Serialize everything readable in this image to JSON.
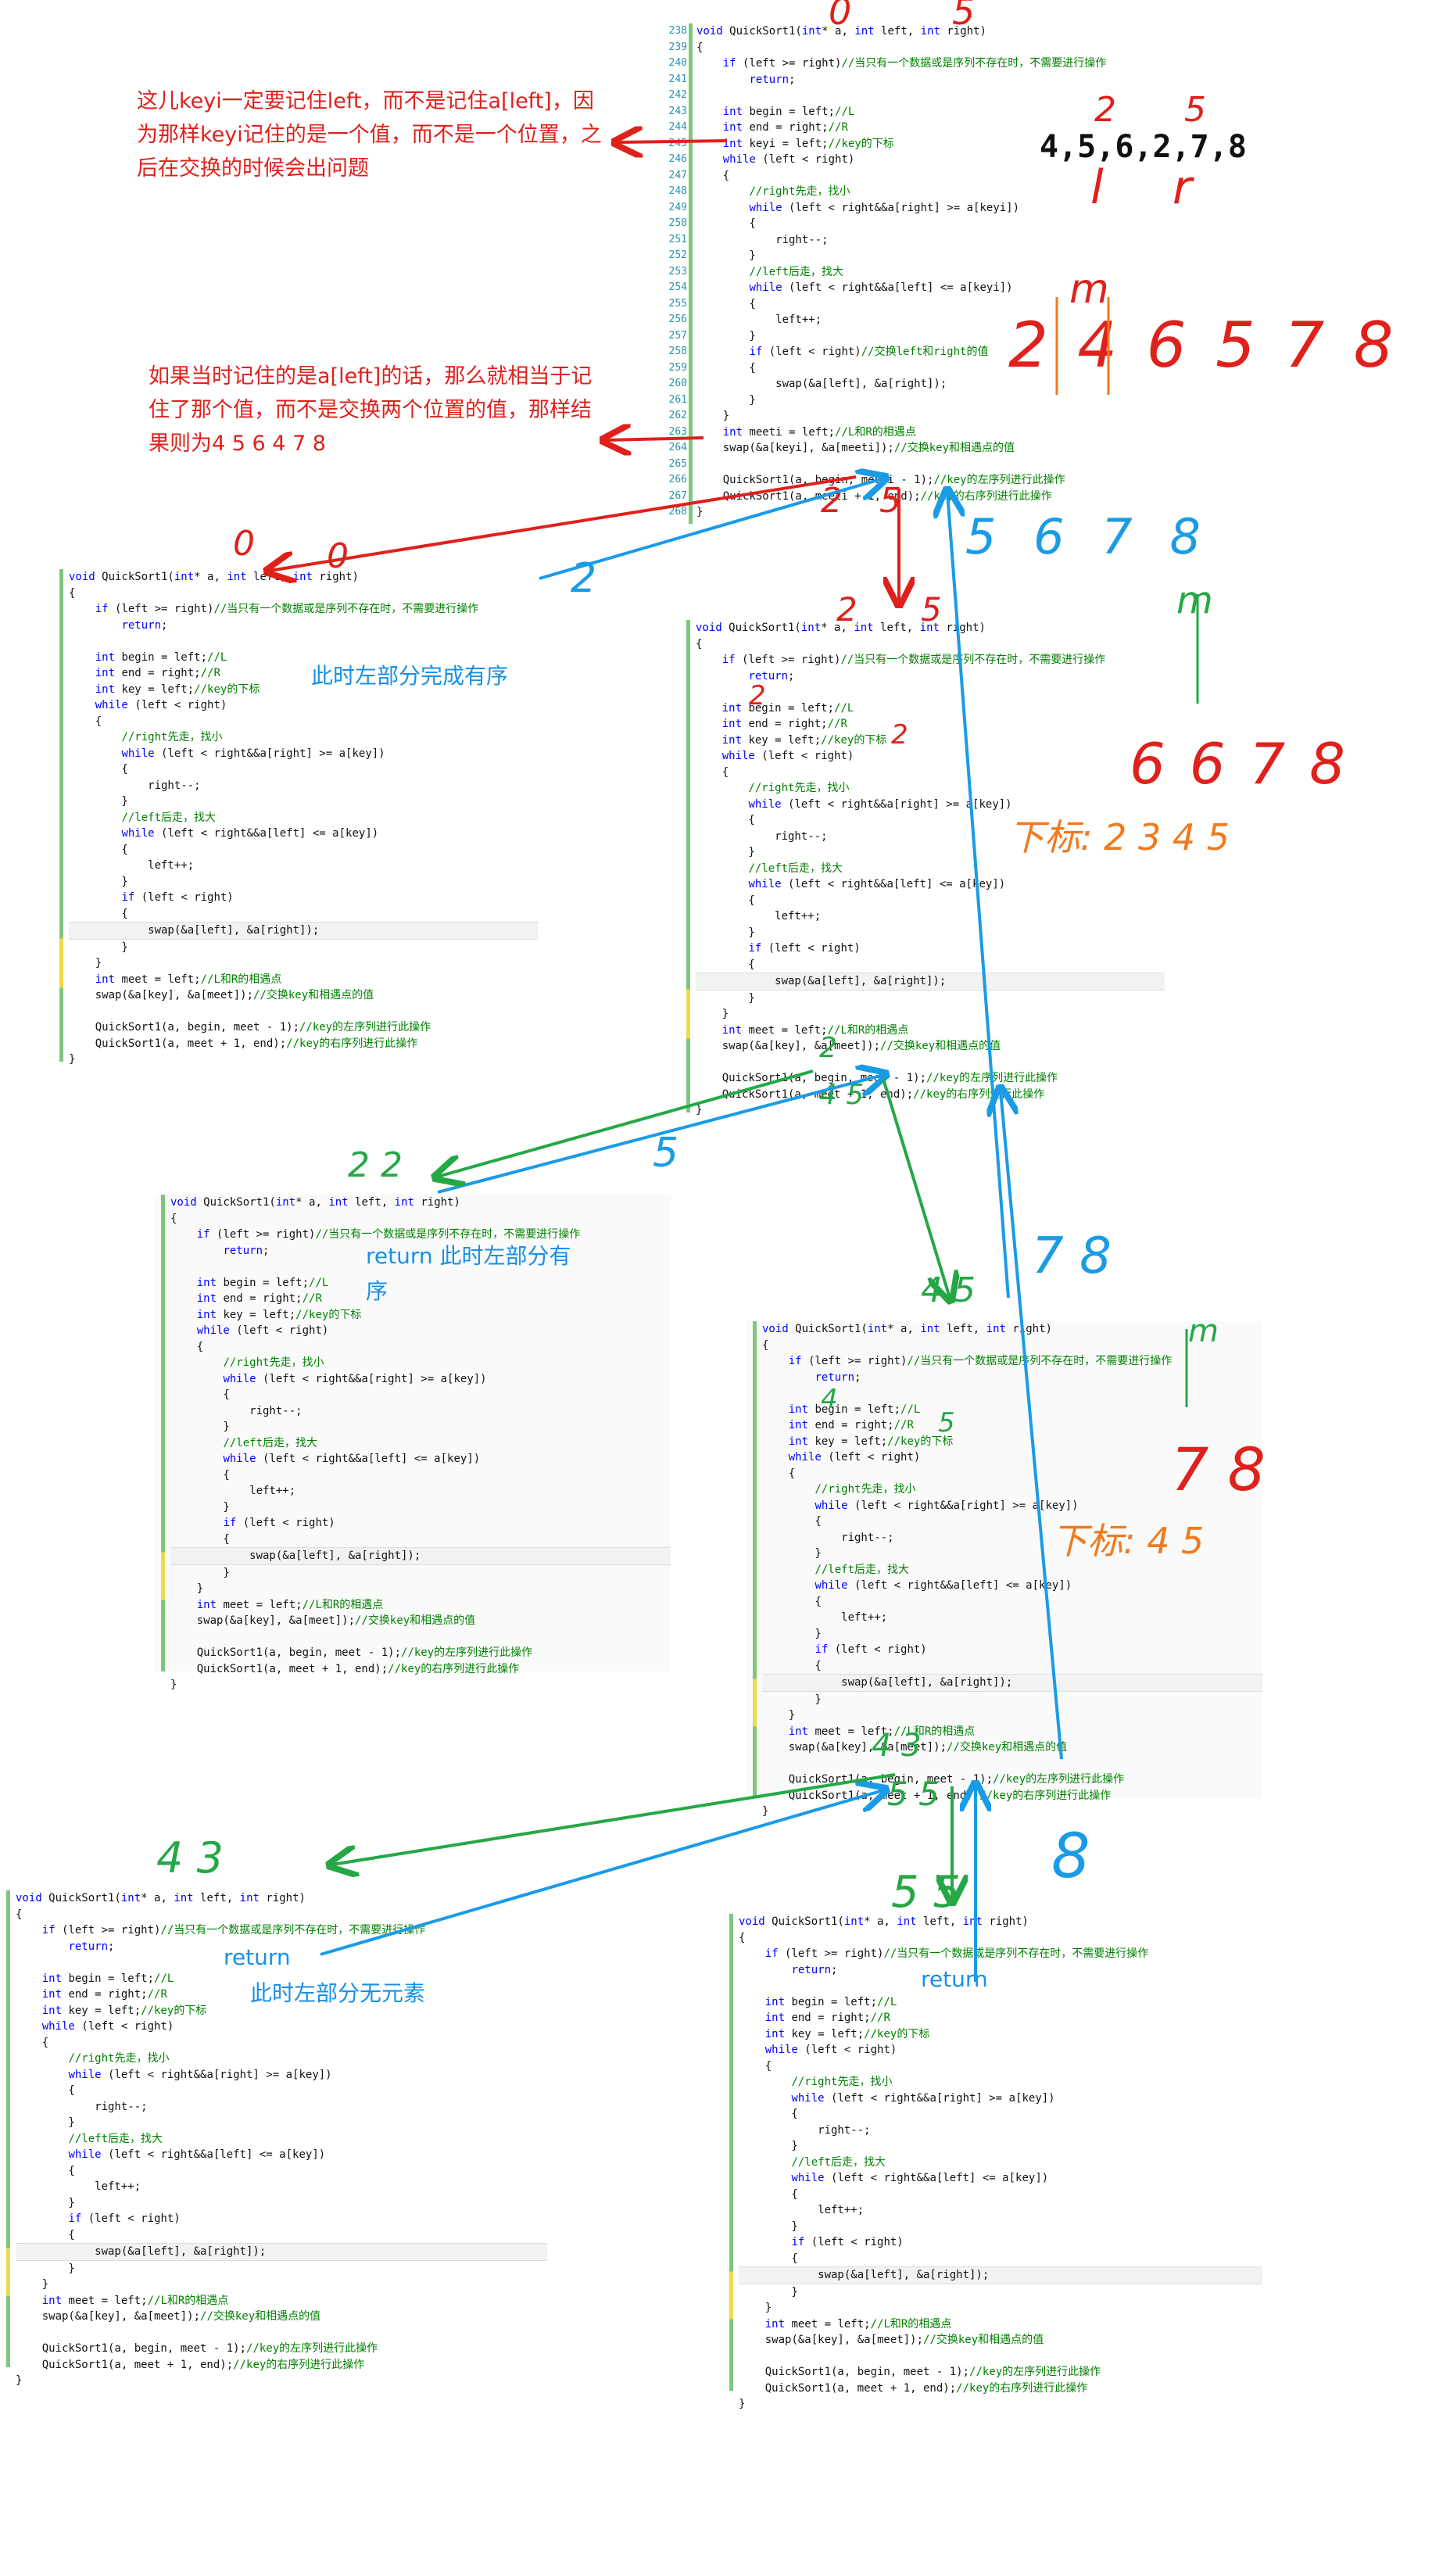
{
  "code_lines": [
    {
      "t": "void QuickSort1(int* a, int left, int right)",
      "c": ""
    },
    {
      "t": "{",
      "c": ""
    },
    {
      "t": "    if (left >= right)",
      "c": "//当只有一个数据或是序列不存在时，不需要进行操作"
    },
    {
      "t": "        return;",
      "c": ""
    },
    {
      "t": "",
      "c": ""
    },
    {
      "t": "    int begin = left;",
      "c": "//L"
    },
    {
      "t": "    int end = right;",
      "c": "//R"
    },
    {
      "t": "    int key = left;",
      "c": "//key的下标"
    },
    {
      "t": "    while (left < right)",
      "c": ""
    },
    {
      "t": "    {",
      "c": ""
    },
    {
      "t": "        ",
      "c": "//right先走，找小"
    },
    {
      "t": "        while (left < right&&a[right] >= a[key])",
      "c": ""
    },
    {
      "t": "        {",
      "c": ""
    },
    {
      "t": "            right--;",
      "c": ""
    },
    {
      "t": "        }",
      "c": ""
    },
    {
      "t": "        ",
      "c": "//left后走，找大"
    },
    {
      "t": "        while (left < right&&a[left] <= a[key])",
      "c": ""
    },
    {
      "t": "        {",
      "c": ""
    },
    {
      "t": "            left++;",
      "c": ""
    },
    {
      "t": "        }",
      "c": ""
    },
    {
      "t": "        if (left < right)",
      "c": ""
    },
    {
      "t": "        {",
      "c": ""
    },
    {
      "t": "            swap(&a[left], &a[right]);",
      "c": ""
    },
    {
      "t": "        }",
      "c": ""
    },
    {
      "t": "    }",
      "c": ""
    },
    {
      "t": "    int meet = left;",
      "c": "//L和R的相遇点"
    },
    {
      "t": "    swap(&a[key], &a[meet]);",
      "c": "//交换key和相遇点的值"
    },
    {
      "t": "",
      "c": ""
    },
    {
      "t": "    QuickSort1(a, begin, meet - 1);",
      "c": "//key的左序列进行此操作"
    },
    {
      "t": "    QuickSort1(a, meet + 1, end);",
      "c": "//key的右序列进行此操作"
    },
    {
      "t": "}",
      "c": ""
    }
  ],
  "top_code_lines": [
    {
      "t": "void QuickSort1(int* a, int left, int right)",
      "c": ""
    },
    {
      "t": "{",
      "c": ""
    },
    {
      "t": "    if (left >= right)",
      "c": "//当只有一个数据或是序列不存在时，不需要进行操作"
    },
    {
      "t": "        return;",
      "c": ""
    },
    {
      "t": "",
      "c": ""
    },
    {
      "t": "    int begin = left;",
      "c": "//L"
    },
    {
      "t": "    int end = right;",
      "c": "//R"
    },
    {
      "t": "    int keyi = left;",
      "c": "//key的下标"
    },
    {
      "t": "    while (left < right)",
      "c": ""
    },
    {
      "t": "    {",
      "c": ""
    },
    {
      "t": "        ",
      "c": "//right先走，找小"
    },
    {
      "t": "        while (left < right&&a[right] >= a[keyi])",
      "c": ""
    },
    {
      "t": "        {",
      "c": ""
    },
    {
      "t": "            right--;",
      "c": ""
    },
    {
      "t": "        }",
      "c": ""
    },
    {
      "t": "        ",
      "c": "//left后走，找大"
    },
    {
      "t": "        while (left < right&&a[left] <= a[keyi])",
      "c": ""
    },
    {
      "t": "        {",
      "c": ""
    },
    {
      "t": "            left++;",
      "c": ""
    },
    {
      "t": "        }",
      "c": ""
    },
    {
      "t": "        if (left < right)",
      "c": "//交换left和right的值"
    },
    {
      "t": "        {",
      "c": ""
    },
    {
      "t": "            swap(&a[left], &a[right]);",
      "c": ""
    },
    {
      "t": "        }",
      "c": ""
    },
    {
      "t": "    }",
      "c": ""
    },
    {
      "t": "    int meeti = left;",
      "c": "//L和R的相遇点"
    },
    {
      "t": "    swap(&a[keyi], &a[meeti]);",
      "c": "//交换key和相遇点的值"
    },
    {
      "t": "",
      "c": ""
    },
    {
      "t": "    QuickSort1(a, begin, meeti - 1);",
      "c": "//key的左序列进行此操作"
    },
    {
      "t": "    QuickSort1(a, meeti + 1, end);",
      "c": "//key的右序列进行此操作"
    },
    {
      "t": "}",
      "c": ""
    }
  ],
  "top_line_numbers": [
    "238",
    "239",
    "240",
    "241",
    "242",
    "243",
    "244",
    "245",
    "246",
    "247",
    "248",
    "249",
    "250",
    "251",
    "252",
    "253",
    "254",
    "255",
    "256",
    "257",
    "258",
    "259",
    "260",
    "261",
    "262",
    "263",
    "264",
    "265",
    "266",
    "267",
    "268"
  ],
  "notes": {
    "keyi_note": "这儿keyi一定要记住left，而不是记住a[left]，因为那样keyi记住的是一个值，而不是一个位置，之后在交换的时候会出问题",
    "a_left_note": "如果当时记住的是a[left]的话，那么就相当于记住了那个值，而不是交换两个位置的值，那样结果则为4  5  6  4  7  8",
    "left_done": "此时左部分完成有序",
    "return_left_ordered": "return 此时左部分有序",
    "return": "return",
    "left_empty": "此时左部分无元素",
    "return2": "return"
  },
  "array_top": "4,5,6,2,7,8",
  "handwriting": {
    "top_indices_a": "0",
    "top_indices_b": "5",
    "arr_2": "2",
    "arr_5": "5",
    "sorted_row": "2 4 6 5 7 8",
    "m_label": "m",
    "lr_label_1": "l",
    "lr_label_2": "r",
    "row_0": "0",
    "row_0b": "0",
    "blue_2": "2",
    "red_2": "2",
    "red_5": "5",
    "blue_5678": "5 6 7 8",
    "m_right": "m",
    "digits_5678": "6 6 7 8",
    "subscript_note": "下标: 2 3 4 5",
    "sub_2": "2",
    "sub_2b": "2",
    "pair_22": "2  2",
    "blue_5b": "5",
    "green_2": "2",
    "green_45": "4  5",
    "green_45b": "4 5",
    "blue_78": "7  8",
    "right_78": "7 8",
    "subscript_note2": "下标: 4 5",
    "green_4": "4",
    "green_5": "5",
    "green_43": "4  3",
    "blue_43": "4   3",
    "green_55": "5   5",
    "blue_8": "8",
    "green_55b": "5 5"
  }
}
